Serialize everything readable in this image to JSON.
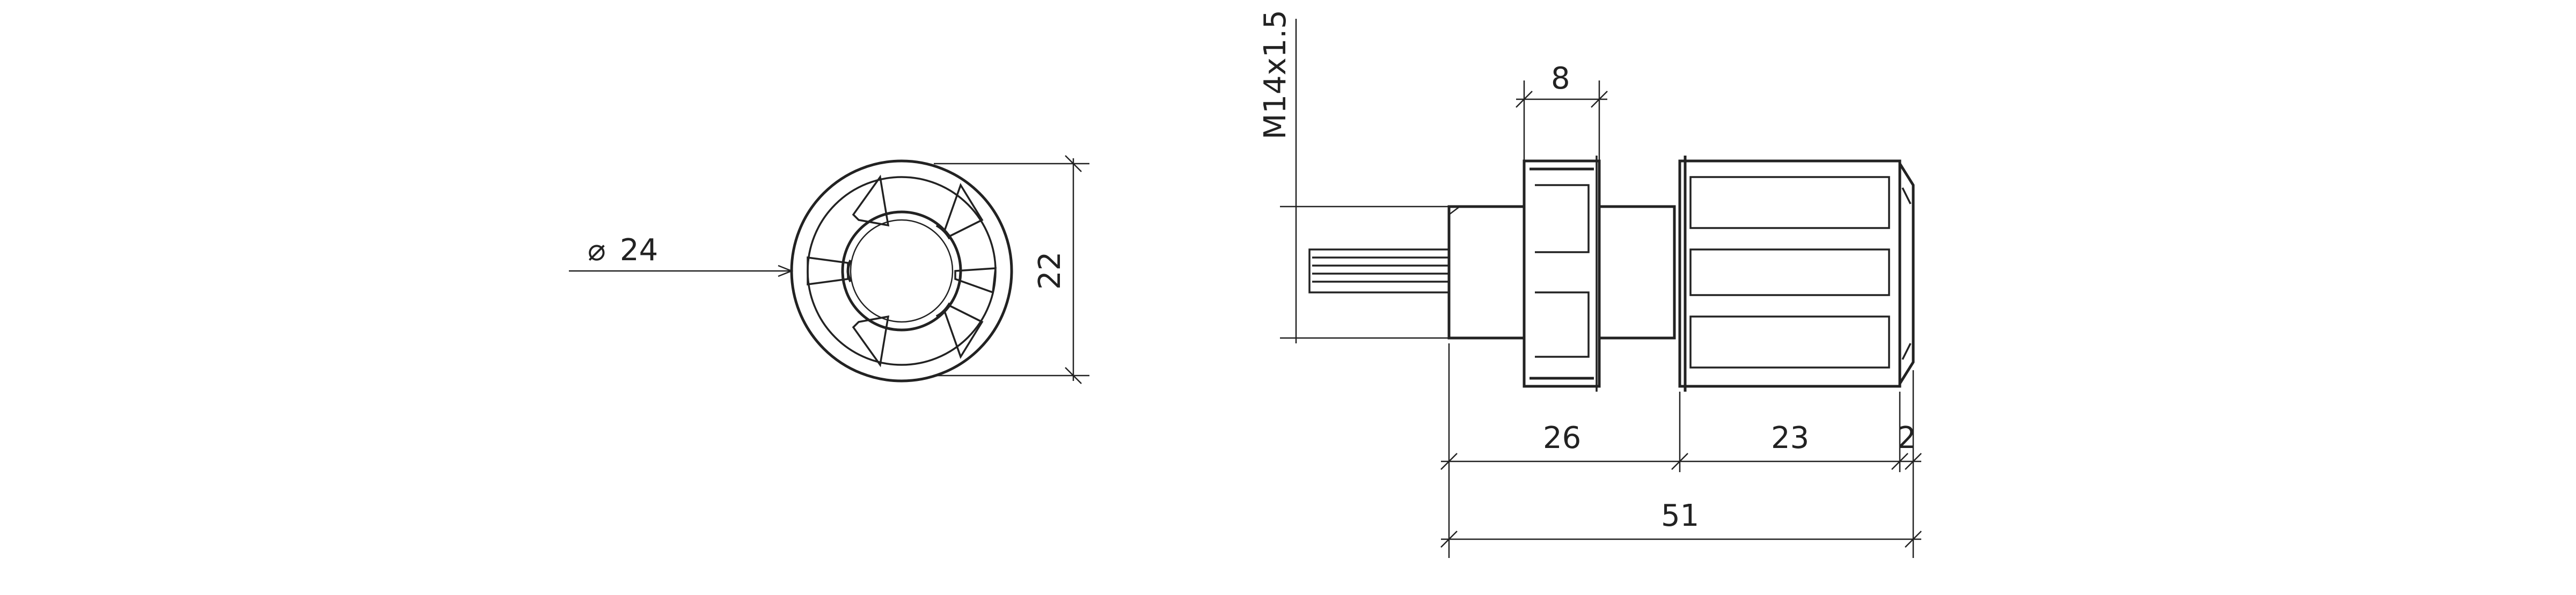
{
  "colors": {
    "line": "#222222",
    "background": "#ffffff"
  },
  "end_view": {
    "diameter_label": "24",
    "diameter_symbol": "⌀",
    "height_label": "22"
  },
  "side_view": {
    "thread_label": "M14x1.5",
    "flange_width_label": "8",
    "length_26_label": "26",
    "length_23_label": "23",
    "length_2_label": "2",
    "total_length_label": "51"
  }
}
